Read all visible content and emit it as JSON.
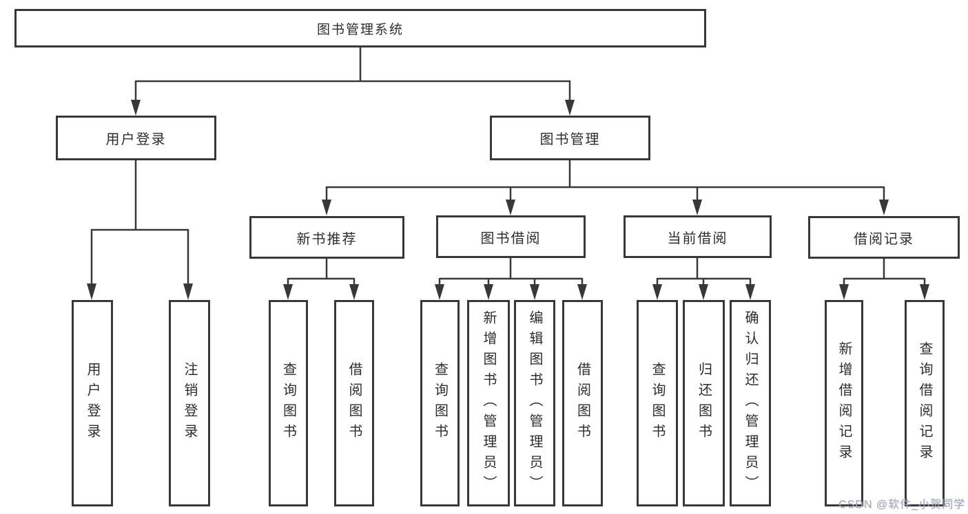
{
  "colors": {
    "line": "#383838",
    "box_border": "#383838",
    "text": "#2d2d2d",
    "background": "#ffffff",
    "watermark": "#a6a6a6"
  },
  "watermark": {
    "text": "CSDN @软件_小贺同学"
  },
  "tree": {
    "label": "图书管理系统",
    "children": [
      {
        "label": "用户登录",
        "children": [
          {
            "label": "用户登录"
          },
          {
            "label": "注销登录"
          }
        ]
      },
      {
        "label": "图书管理",
        "children": [
          {
            "label": "新书推荐",
            "children": [
              {
                "label": "查询图书"
              },
              {
                "label": "借阅图书"
              }
            ]
          },
          {
            "label": "图书借阅",
            "children": [
              {
                "label": "查询图书"
              },
              {
                "label": "新增图书（管理员）"
              },
              {
                "label": "编辑图书（管理员）"
              },
              {
                "label": "借阅图书"
              }
            ]
          },
          {
            "label": "当前借阅",
            "children": [
              {
                "label": "查询图书"
              },
              {
                "label": "归还图书"
              },
              {
                "label": "确认归还（管理员）"
              }
            ]
          },
          {
            "label": "借阅记录",
            "children": [
              {
                "label": "新增借阅记录"
              },
              {
                "label": "查询借阅记录"
              }
            ]
          }
        ]
      }
    ]
  }
}
